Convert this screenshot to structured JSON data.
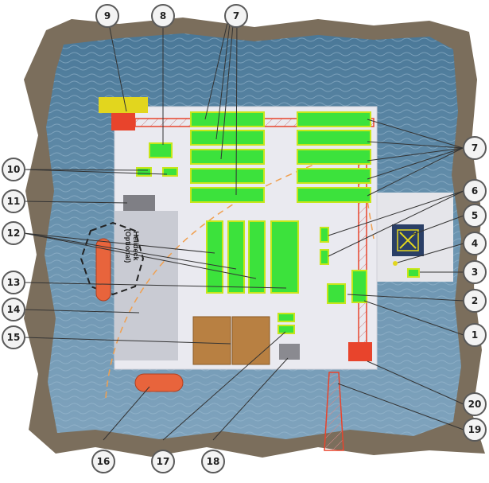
{
  "callouts": {
    "c1": "1",
    "c2": "2",
    "c3": "3",
    "c4": "4",
    "c5": "5",
    "c6": "6",
    "c7a": "7",
    "c7b": "7",
    "c8": "8",
    "c9": "9",
    "c10": "10",
    "c11": "11",
    "c12": "12",
    "c13": "13",
    "c14": "14",
    "c15": "15",
    "c16": "16",
    "c17": "17",
    "c18": "18",
    "c19": "19",
    "c20": "20"
  },
  "labels": {
    "helideck_line1": "Helideck",
    "helideck_line2": "(Optional)"
  },
  "colors": {
    "sea": "#5d88a6",
    "land": "#7b6e5c",
    "deck": "#eaeaf0",
    "module": "#3ce23c",
    "module_border": "#c7e61a",
    "crane": "#e8442c",
    "container": "#b88042",
    "gray_box": "#7f7f85",
    "lifeboat": "#e8643c",
    "yellow": "#e2d61e",
    "dashed_circle": "#f0a050"
  }
}
